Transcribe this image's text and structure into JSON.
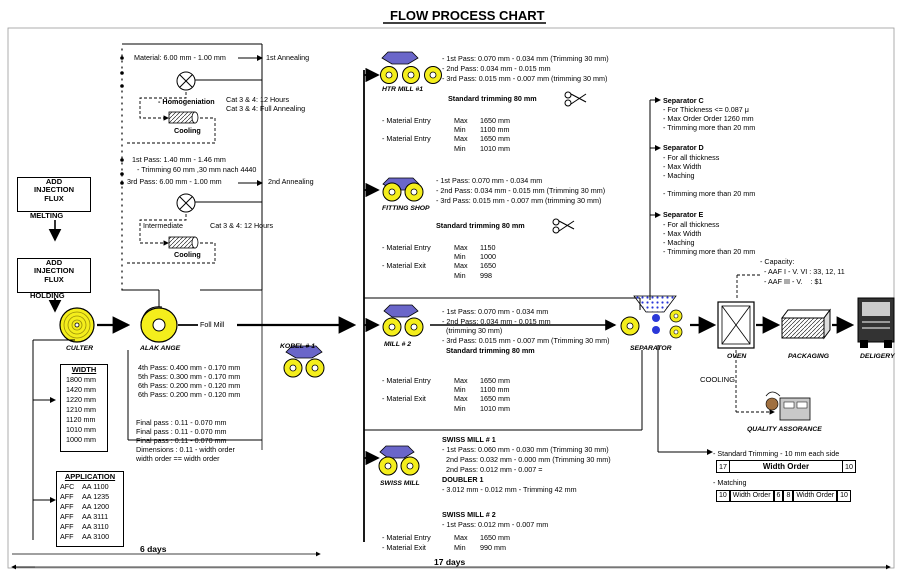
{
  "title": "FLOW PROCESS CHART",
  "inputs": {
    "melting_box": "ADD\nINJECTION\nFLUX",
    "melting_label": "MELTING",
    "holding_box": "ADD\nINJECTION\nFLUX",
    "holding_label": "HOLDING"
  },
  "stations": {
    "culter": "CULTER",
    "alak_ange": "ALAK ANGE",
    "kobel": "KOBEL # 1",
    "htr": "HTR MILL #1",
    "fitting": "FITTING SHOP",
    "mill2": "MILL # 2",
    "swiss": "SWISS MILL",
    "separator": "SEPARATOR",
    "oven": "OVEN",
    "packaging": "PACKAGING",
    "delivery": "DELIGERY",
    "quality": "QUALITY ASSORANCE"
  },
  "top_process": {
    "material": "Material: 6.00 mm - 1.00 mm",
    "annealing1": "1st Annealing",
    "homogeniation": "- Homogeniation",
    "cat_hours": "Cat 3 & 4: 12 Hours",
    "cat_full": "Cat 3 & 4: Full Annealing",
    "cooling": "Cooling"
  },
  "mid_process": {
    "pass1": "1st Pass: 1.40 mm - 1.46 mm",
    "trimming": "- Trimming 60 mm ,30 mm nach 4440",
    "pass3": "3rd Pass: 6.00 mm - 1.00 mm",
    "annealing2": "2nd Annealing",
    "intermediate": "Intermediate",
    "cat_hours": "Cat 3 & 4: 12 Hours",
    "cooling": "Cooling"
  },
  "foil_mill": "Foll Mill",
  "alak_passes": [
    "4th Pass: 0.400 mm - 0.170 mm",
    "5th Pass: 0.300 mm - 0.170 mm",
    "6th Pass: 0.200 mm - 0.120 mm",
    "6th Pass: 0.200 mm - 0.120 mm"
  ],
  "alak_final": [
    "Final pass : 0.11 - 0.070 mm",
    "Final pass : 0.11 - 0.070 mm",
    "Final pass : 0.11 - 0.070 mm",
    "Dimensions : 0.11 - width order",
    "width order == width order"
  ],
  "width_table": {
    "header": "WIDTH",
    "rows": [
      "1800 mm",
      "1420 mm",
      "1220 mm",
      "1210 mm",
      "1120 mm",
      "1010 mm",
      "1000 mm"
    ]
  },
  "application_table": {
    "header": "APPLICATION",
    "rows": [
      [
        "AFC",
        "AA 1100"
      ],
      [
        "AFF",
        "AA 1235"
      ],
      [
        "AFF",
        "AA 1200"
      ],
      [
        "AFF",
        "AA 3111"
      ],
      [
        "AFF",
        "AA 3110"
      ],
      [
        "AFF",
        "AA 3100"
      ]
    ]
  },
  "htr_mill": {
    "passes": [
      "- 1st Pass: 0.070 mm - 0.034 mm (Trimming 30 mm)",
      "- 2nd Pass: 0.034 mm - 0.015 mm",
      "- 3rd Pass: 0.015 mm - 0.007 mm (trimming 30 mm)"
    ],
    "standard": "Standard trimming 80 mm",
    "spec": [
      [
        "- Material Entry",
        "Max",
        "1650 mm"
      ],
      [
        "",
        "Min",
        "1100 mm"
      ],
      [
        "- Material Entry",
        "Max",
        "1650 mm"
      ],
      [
        "",
        "Min",
        "1010 mm"
      ]
    ]
  },
  "fitting_shop": {
    "passes": [
      "- 1st Pass: 0.070 mm - 0.034 mm",
      "- 2nd Pass: 0.034 mm - 0.015 mm (Trimming 30 mm)",
      "- 3rd Pass: 0.015 mm - 0.007 mm (trimming 30 mm)"
    ],
    "standard": "Standard trimming 80 mm",
    "spec": [
      [
        "- Material Entry",
        "Max",
        "1150"
      ],
      [
        "",
        "Min",
        "1000"
      ],
      [
        "- Material Exit",
        "Max",
        "1650"
      ],
      [
        "",
        "Min",
        "998"
      ]
    ]
  },
  "mill2": {
    "passes": [
      "- 1st Pass: 0.070 mm - 0.034 mm",
      "- 2nd Pass: 0.034 mm - 0.015 mm",
      "  (trimming 30 mm)",
      "- 3rd Pass: 0.015 mm - 0.007 mm (Trimming 30 mm)"
    ],
    "standard": "Standard trimming 80 mm",
    "spec": [
      [
        "- Material Entry",
        "Max",
        "1650 mm"
      ],
      [
        "",
        "Min",
        "1100 mm"
      ],
      [
        "- Material Exit",
        "Max",
        "1650 mm"
      ],
      [
        "",
        "Min",
        "1010 mm"
      ]
    ]
  },
  "swiss_mill": {
    "title1": "SWISS MILL # 1",
    "passes1": [
      "- 1st Pass: 0.060 mm - 0.030 mm (Trimming 30 mm)",
      "  2nd Pass: 0.032 mm - 0.000 mm (Trimming 30 mm)",
      "  2nd Pass: 0.012 mm - 0.007 ="
    ],
    "doubler": "DOUBLER 1",
    "doubler_line": "- 3.012 mm - 0.012 mm - Trimming 42 mm",
    "title2": "SWISS MILL # 2",
    "passes2": [
      "- 1st Pass: 0.012 mm - 0.007 mm"
    ],
    "spec": [
      [
        "- Material Entry",
        "Max",
        "1650 mm"
      ],
      [
        "- Material Exit",
        "Min",
        "990 mm"
      ]
    ]
  },
  "separators": {
    "c_title": "Separator C",
    "c_lines": [
      "- For Thickness <= 0.087 μ",
      "- Max Order Order 1260 mm",
      "- Trimming more than 20 mm"
    ],
    "d_title": "Separator D",
    "d_lines": [
      "- For all thickness",
      "- Max Width",
      "- Maching",
      "- Trimming more than 20 mm"
    ],
    "e_title": "Separator E",
    "e_lines": [
      "- For all thickness",
      "- Max Width",
      "- Maching",
      "- Trimming more than 20 mm"
    ]
  },
  "capacity": {
    "title": "- Capacity:",
    "lines": [
      "- AAF I - V. VI : 33, 12, 11",
      "- AAF III - V.    : $1"
    ]
  },
  "cooling_side": "COOLING",
  "trimming_info": {
    "standard": "- Standard Trimming - 10 mm each side",
    "left_num": "17",
    "width_order": "Width Order",
    "right_num": "10",
    "matching": "- Matching",
    "row2": [
      "10",
      "Width Order",
      "6",
      "8",
      "Width Order",
      "10"
    ]
  },
  "durations": {
    "six_days": "6 days",
    "seventeen_days": "17 days"
  },
  "colors": {
    "coil_yellow": "#f4ee1c",
    "roll_blue": "#6a66c9",
    "separator_blue": "#2a38d8"
  }
}
